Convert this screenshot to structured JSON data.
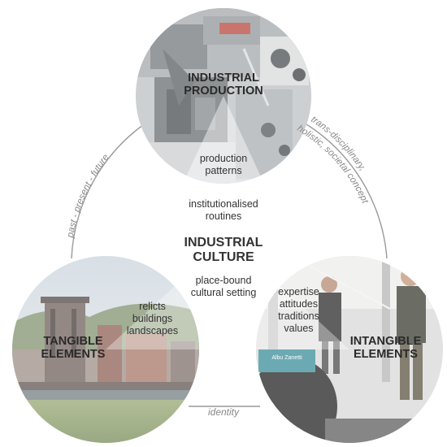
{
  "diagram": {
    "center": {
      "title_line1": "INDUSTRIAL",
      "title_line2": "CULTURE",
      "sub_line1": "place-bound",
      "sub_line2": "cultural setting"
    },
    "circles": {
      "production": {
        "heading_line1": "INDUSTRIAL",
        "heading_line2": "PRODUCTION",
        "item_line1": "production",
        "item_line2": "patterns"
      },
      "tangible": {
        "heading_line1": "TANGIBLE",
        "heading_line2": "ELEMENTS",
        "items": [
          "relicts",
          "buildings",
          "landscapes"
        ]
      },
      "intangible": {
        "heading_line1": "INTANGIBLE",
        "heading_line2": "ELEMENTS",
        "items": [
          "expertise",
          "attitudes",
          "traditions",
          "values"
        ],
        "sign_text_line1": "Albu Zanetti"
      }
    },
    "between": {
      "routines_line1": "institutionalised",
      "routines_line2": "routines"
    },
    "arcs": {
      "left": "past - present - future",
      "right_line1": "trans-disciplinary,",
      "right_line2": "holistic, societal concept",
      "bottom": "identity"
    },
    "colors": {
      "overlay": "#ffffff",
      "arc_stroke": "#9a9a9a",
      "arc_text": "#888888",
      "heading": "#2a2a2a"
    }
  }
}
